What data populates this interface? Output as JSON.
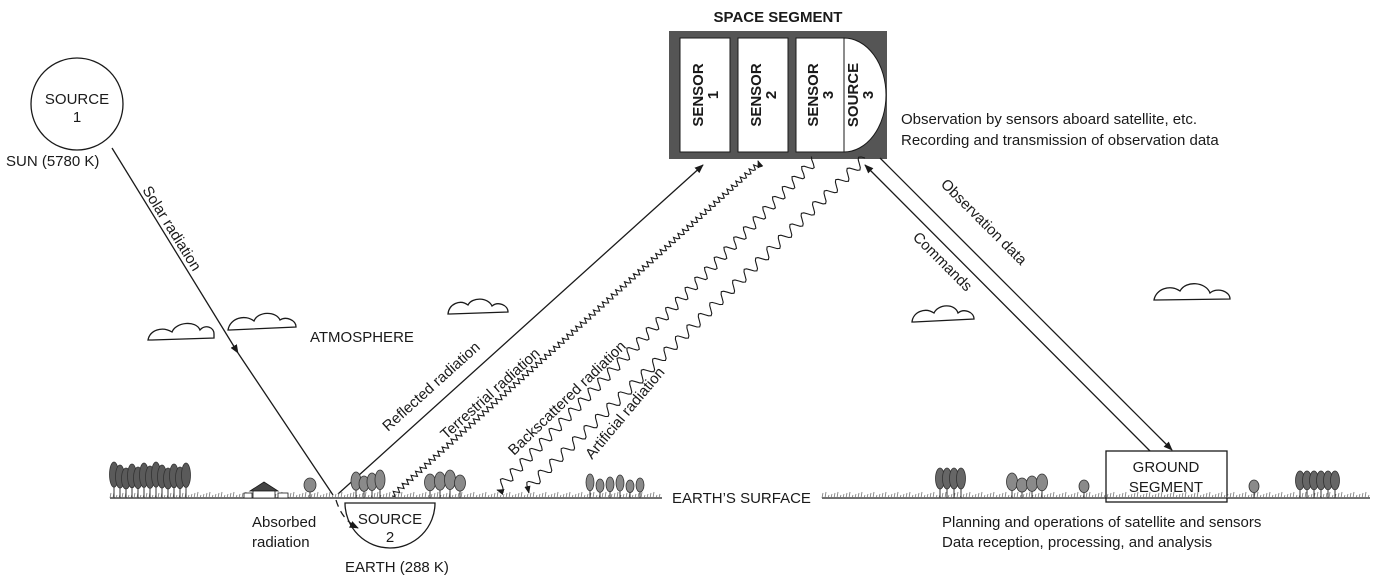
{
  "title": "SPACE SEGMENT",
  "sun": {
    "source": "SOURCE",
    "num": "1",
    "caption": "SUN (5780 K)"
  },
  "earth": {
    "source": "SOURCE",
    "num": "2",
    "caption": "EARTH (288 K)"
  },
  "satellite": {
    "sensors": [
      {
        "label": "SENSOR",
        "num": "1"
      },
      {
        "label": "SENSOR",
        "num": "2"
      },
      {
        "label": "SENSOR",
        "num": "3"
      }
    ],
    "source": {
      "label": "SOURCE",
      "num": "3"
    },
    "notes": [
      "Observation by sensors aboard satellite, etc.",
      "Recording and transmission of observation data"
    ]
  },
  "ground": {
    "line1": "GROUND",
    "line2": "SEGMENT",
    "notes": [
      "Planning and operations of satellite and sensors",
      "Data reception, processing, and analysis"
    ]
  },
  "labels": {
    "solar": "Solar radiation",
    "atmosphere": "ATMOSPHERE",
    "reflected": "Reflected radiation",
    "terrestrial": "Terrestrial radiation",
    "backscattered": "Backscattered radiation",
    "artificial": "Artificial radiation",
    "commands": "Commands",
    "observation": "Observation data",
    "surface": "EARTH’S SURFACE",
    "absorbed1": "Absorbed",
    "absorbed2": "radiation"
  },
  "colors": {
    "ink": "#1a1a1a",
    "satellite": "#555555",
    "tree": "#8a8a8a"
  }
}
